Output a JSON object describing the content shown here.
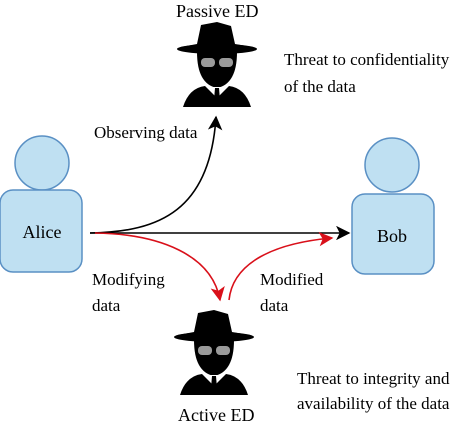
{
  "nodes": {
    "alice": {
      "label": "Alice"
    },
    "bob": {
      "label": "Bob"
    },
    "passive": {
      "label": "Passive ED"
    },
    "active": {
      "label": "Active ED"
    }
  },
  "edges": {
    "observing": "Observing data",
    "modifying": [
      "Modifying",
      "data"
    ],
    "modified": [
      "Modified",
      "data"
    ]
  },
  "notes": {
    "confidentiality": [
      "Threat to confidentiality",
      "of the data"
    ],
    "integrity": [
      "Threat to integrity and",
      "availability of the data"
    ]
  },
  "colors": {
    "person_fill": "#bfe0f2",
    "person_stroke": "#5a90c4",
    "spy": "#000000",
    "red_edge": "#d9101a",
    "black_edge": "#000000"
  }
}
